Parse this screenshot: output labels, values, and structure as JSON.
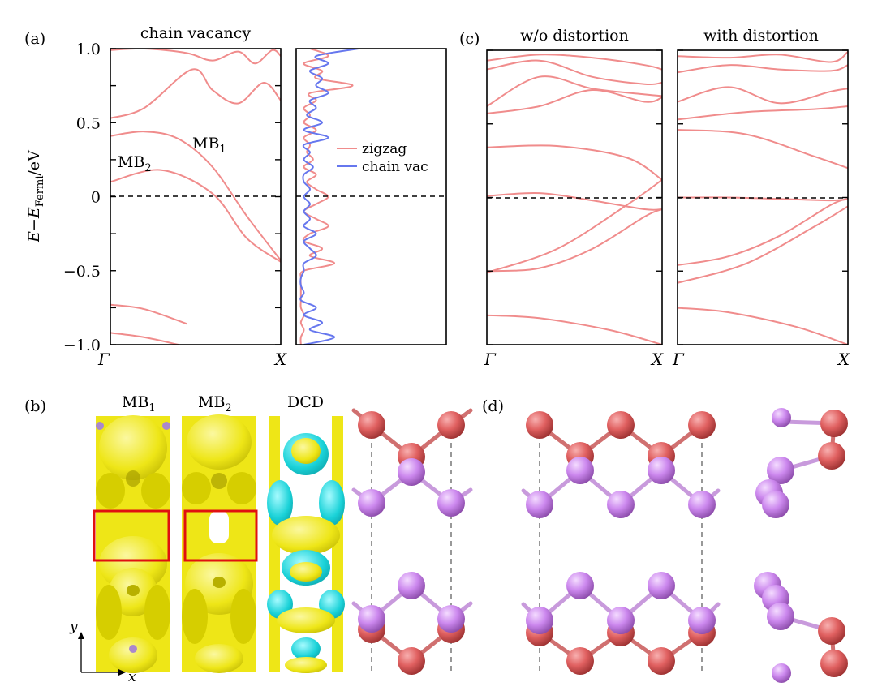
{
  "colors": {
    "band": "#f08c8c",
    "dos_zigzag": "#f08c8c",
    "dos_chain": "#6677ee",
    "yellow": "#f0ea10",
    "yellow_dark": "#c8c000",
    "cyan": "#1ad2d8",
    "red_box": "#e01010",
    "atom_red": "#e06060",
    "atom_purple": "#cc88ee",
    "bond_red": "#d07070",
    "bond_purple": "#c89adc"
  },
  "panel_labels": {
    "a": "(a)",
    "b": "(b)",
    "c": "(c)",
    "d": "(d)"
  },
  "axes_text": {
    "ylabel_main": "E",
    "ylabel_sep": "−",
    "ylabel_E": "E",
    "ylabel_sub": "Fermi",
    "ylabel_unit": "/eV",
    "x_start": "Γ",
    "x_end": "X"
  },
  "panel_b_labels": {
    "mb1_base": "MB",
    "mb1_sub": "1",
    "mb2_base": "MB",
    "mb2_sub": "2",
    "dcd": "DCD"
  },
  "axis_arrows": {
    "x": "x",
    "y": "y"
  },
  "chart_data": [
    {
      "id": "a-bands",
      "type": "line",
      "title": "chain vacancy",
      "xlabel": "",
      "ylabel": "E−E_Fermi/eV",
      "x_ticklabels": [
        "Γ",
        "X"
      ],
      "y_ticks": [
        -1.0,
        -0.5,
        0,
        0.5,
        1.0
      ],
      "y_ticklabels": [
        "−1.0",
        "−0.5",
        "0",
        "0.5",
        "1.0"
      ],
      "ylim": [
        -1.0,
        1.0
      ],
      "xlim": [
        0,
        1
      ],
      "fermi_level": 0,
      "annotations": [
        {
          "base": "MB",
          "sub": "1",
          "x": 0.47,
          "y": 0.33
        },
        {
          "base": "MB",
          "sub": "2",
          "x": 0.04,
          "y": 0.21
        }
      ],
      "series": [
        {
          "x": [
            0,
            0.3,
            0.6,
            0.8,
            1.0
          ],
          "y": [
            0.1,
            0.18,
            0.02,
            -0.28,
            -0.44
          ]
        },
        {
          "x": [
            0,
            0.2,
            0.4,
            0.6,
            0.8,
            1.0
          ],
          "y": [
            0.41,
            0.44,
            0.39,
            0.2,
            -0.13,
            -0.43
          ]
        },
        {
          "x": [
            0,
            0.2,
            0.48,
            0.6,
            0.75,
            0.9,
            1.0
          ],
          "y": [
            0.53,
            0.6,
            0.86,
            0.72,
            0.63,
            0.77,
            0.65
          ]
        },
        {
          "x": [
            0,
            0.2,
            0.45,
            0.6,
            0.75,
            0.85,
            0.95,
            1.0
          ],
          "y": [
            0.99,
            1.0,
            0.97,
            0.92,
            0.98,
            0.9,
            0.99,
            0.95
          ]
        },
        {
          "x": [
            0,
            0.2,
            0.45
          ],
          "y": [
            -0.73,
            -0.76,
            -0.86
          ]
        },
        {
          "x": [
            0,
            0.2,
            0.4
          ],
          "y": [
            -0.92,
            -0.95,
            -1.0
          ]
        }
      ]
    },
    {
      "id": "a-dos",
      "type": "line",
      "title": "",
      "legend": [
        "zigzag",
        "chain vac"
      ],
      "legend_position": "right",
      "ylim": [
        -1.0,
        1.0
      ],
      "series": [
        {
          "name": "zigzag",
          "y": [
            1.0,
            0.95,
            0.9,
            0.85,
            0.8,
            0.75,
            0.7,
            0.65,
            0.6,
            0.55,
            0.5,
            0.45,
            0.4,
            0.35,
            0.3,
            0.25,
            0.2,
            0.15,
            0.1,
            0.05,
            0.0,
            -0.05,
            -0.1,
            -0.15,
            -0.2,
            -0.25,
            -0.3,
            -0.35,
            -0.4,
            -0.45,
            -0.5,
            -0.55,
            -0.6,
            -0.65,
            -0.7,
            -0.75,
            -0.8,
            -0.85,
            -0.9,
            -0.95,
            -1.0
          ],
          "x": [
            0.2,
            0.5,
            0.1,
            0.4,
            0.3,
            0.9,
            0.2,
            0.3,
            0.1,
            0.2,
            0.1,
            0.3,
            0.1,
            0.2,
            0.15,
            0.25,
            0.1,
            0.3,
            0.15,
            0.3,
            0.5,
            0.3,
            0.1,
            0.3,
            0.5,
            0.2,
            0.1,
            0.4,
            0.2,
            0.6,
            0.1,
            0.05,
            0.05,
            0.05,
            0.05,
            0.05,
            0.1,
            0.05,
            0.1,
            0.05,
            0.05
          ]
        },
        {
          "name": "chain vac",
          "y": [
            1.0,
            0.95,
            0.9,
            0.85,
            0.8,
            0.75,
            0.7,
            0.65,
            0.6,
            0.55,
            0.5,
            0.45,
            0.4,
            0.35,
            0.3,
            0.25,
            0.2,
            0.15,
            0.1,
            0.05,
            0.0,
            -0.05,
            -0.1,
            -0.15,
            -0.2,
            -0.25,
            -0.3,
            -0.35,
            -0.4,
            -0.45,
            -0.5,
            -0.55,
            -0.6,
            -0.65,
            -0.7,
            -0.75,
            -0.8,
            -0.85,
            -0.9,
            -0.95,
            -1.0
          ],
          "x": [
            1.0,
            0.3,
            0.5,
            0.2,
            0.4,
            0.3,
            0.5,
            0.2,
            0.3,
            0.15,
            0.4,
            0.1,
            0.5,
            0.1,
            0.2,
            0.1,
            0.25,
            0.1,
            0.1,
            0.2,
            0.1,
            0.2,
            0.1,
            0.2,
            0.1,
            0.3,
            0.1,
            0.2,
            0.3,
            0.1,
            0.1,
            0.05,
            0.05,
            0.1,
            0.05,
            0.3,
            0.1,
            0.4,
            0.2,
            0.6,
            0.1
          ]
        }
      ]
    },
    {
      "id": "c-left",
      "type": "line",
      "title": "w/o distortion",
      "x_ticklabels": [
        "Γ",
        "X"
      ],
      "ylim": [
        -1.0,
        1.0
      ],
      "fermi_level": 0,
      "series": [
        {
          "x": [
            0,
            0.3,
            0.6,
            0.9,
            1.0
          ],
          "y": [
            -0.5,
            -0.48,
            -0.35,
            -0.13,
            -0.08
          ]
        },
        {
          "x": [
            0,
            0.3,
            0.6,
            0.9,
            1.0
          ],
          "y": [
            0.01,
            0.03,
            -0.02,
            -0.08,
            -0.08
          ]
        },
        {
          "x": [
            0,
            0.4,
            0.8,
            1.0
          ],
          "y": [
            0.34,
            0.35,
            0.27,
            0.12
          ]
        },
        {
          "x": [
            0,
            0.4,
            0.8,
            1.0
          ],
          "y": [
            -0.51,
            -0.35,
            -0.05,
            0.12
          ]
        },
        {
          "x": [
            0,
            0.3,
            0.6,
            0.9,
            1.0
          ],
          "y": [
            0.57,
            0.62,
            0.73,
            0.65,
            0.68
          ]
        },
        {
          "x": [
            0,
            0.3,
            0.6,
            0.9,
            1.0
          ],
          "y": [
            0.62,
            0.82,
            0.74,
            0.7,
            0.69
          ]
        },
        {
          "x": [
            0,
            0.3,
            0.6,
            0.9,
            1.0
          ],
          "y": [
            0.87,
            0.93,
            0.82,
            0.77,
            0.78
          ]
        },
        {
          "x": [
            0,
            0.3,
            0.6,
            0.9,
            1.0
          ],
          "y": [
            0.93,
            0.97,
            0.95,
            0.9,
            0.87
          ]
        },
        {
          "x": [
            0,
            0.3,
            0.7,
            1.0
          ],
          "y": [
            -0.8,
            -0.82,
            -0.9,
            -1.0
          ]
        }
      ]
    },
    {
      "id": "c-right",
      "type": "line",
      "title": "with distortion",
      "x_ticklabels": [
        "Γ",
        "X"
      ],
      "ylim": [
        -1.0,
        1.0
      ],
      "fermi_level": 0,
      "series": [
        {
          "x": [
            0,
            0.3,
            0.6,
            0.9,
            1.0
          ],
          "y": [
            -0.46,
            -0.4,
            -0.26,
            -0.05,
            -0.01
          ]
        },
        {
          "x": [
            0,
            0.3,
            0.6,
            0.9,
            1.0
          ],
          "y": [
            0.0,
            0.0,
            -0.01,
            -0.02,
            -0.01
          ]
        },
        {
          "x": [
            0,
            0.4,
            0.8,
            1.0
          ],
          "y": [
            0.46,
            0.43,
            0.28,
            0.2
          ]
        },
        {
          "x": [
            0,
            0.4,
            0.8,
            1.0
          ],
          "y": [
            -0.58,
            -0.45,
            -0.2,
            -0.06
          ]
        },
        {
          "x": [
            0,
            0.4,
            0.8,
            1.0
          ],
          "y": [
            0.53,
            0.58,
            0.6,
            0.62
          ]
        },
        {
          "x": [
            0,
            0.3,
            0.6,
            0.9,
            1.0
          ],
          "y": [
            0.65,
            0.75,
            0.64,
            0.72,
            0.74
          ]
        },
        {
          "x": [
            0,
            0.3,
            0.6,
            0.9,
            1.0
          ],
          "y": [
            0.85,
            0.9,
            0.87,
            0.86,
            0.9
          ]
        },
        {
          "x": [
            0,
            0.3,
            0.6,
            0.9,
            1.0
          ],
          "y": [
            0.96,
            0.95,
            0.97,
            0.92,
            0.99
          ]
        },
        {
          "x": [
            0,
            0.3,
            0.7,
            1.0
          ],
          "y": [
            -0.75,
            -0.78,
            -0.88,
            -1.0
          ]
        }
      ]
    }
  ]
}
